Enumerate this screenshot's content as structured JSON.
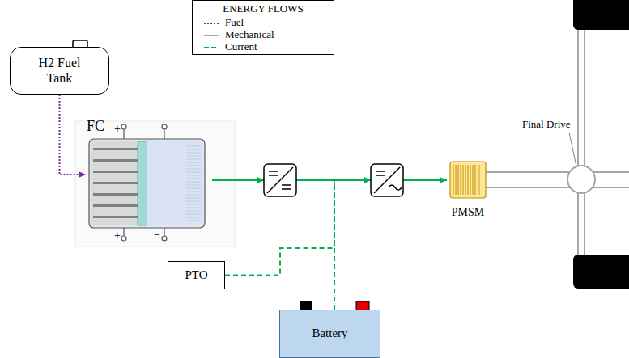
{
  "diagram": {
    "nodes": [
      {
        "text": [
          "H2 Fuel Tank"
        ]
      },
      {
        "text": [
          "FC"
        ]
      },
      {
        "text": [
          "PMSM"
        ]
      },
      {
        "text": [
          "PTO"
        ]
      },
      {
        "text": [
          "Battery"
        ]
      }
    ],
    "edges": [
      {
        "from": 0,
        "to": 1,
        "arrow": "to"
      },
      {
        "from": 1,
        "to": 2,
        "arrow": "to"
      },
      {
        "from": 4,
        "to": 2,
        "arrow": "none"
      },
      {
        "from": 3,
        "to": 2,
        "arrow": "none"
      }
    ],
    "labels": [
      "ENERGY FLOWS",
      "+",
      "−",
      "+",
      "−",
      "Final Drive"
    ],
    "legend": [
      {
        "text": "Fuel"
      },
      {
        "text": "Mechanical"
      },
      {
        "text": "Current"
      }
    ]
  }
}
